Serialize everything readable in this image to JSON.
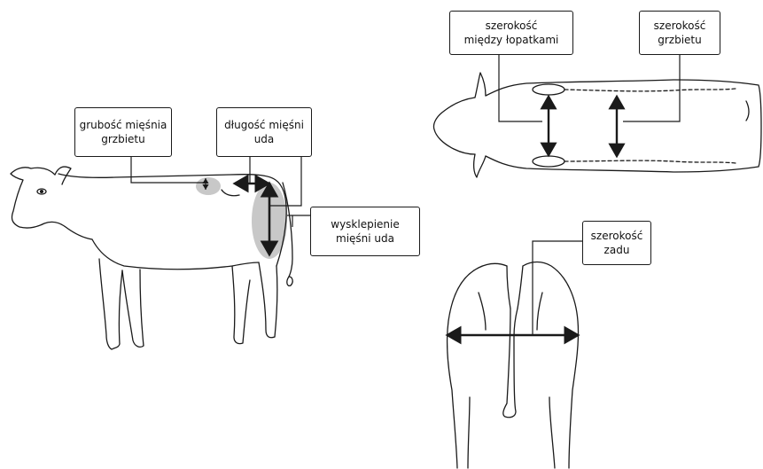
{
  "labels": {
    "back_muscle_thickness": {
      "line1": "grubość mięśnia",
      "line2": "grzbietu"
    },
    "thigh_muscle_length": {
      "line1": "długość mięśni",
      "line2": "uda"
    },
    "thigh_muscle_convexity": {
      "line1": "wysklepienie",
      "line2": "mięśni uda"
    },
    "shoulder_width": {
      "line1": "szerokość",
      "line2": "między łopatkami"
    },
    "back_width": {
      "line1": "szerokość",
      "line2": "grzbietu"
    },
    "rump_width": {
      "line1": "szerokość",
      "line2": "zadu"
    }
  },
  "colors": {
    "stroke": "#1a1a1a",
    "highlight": "#c8c8c8"
  }
}
